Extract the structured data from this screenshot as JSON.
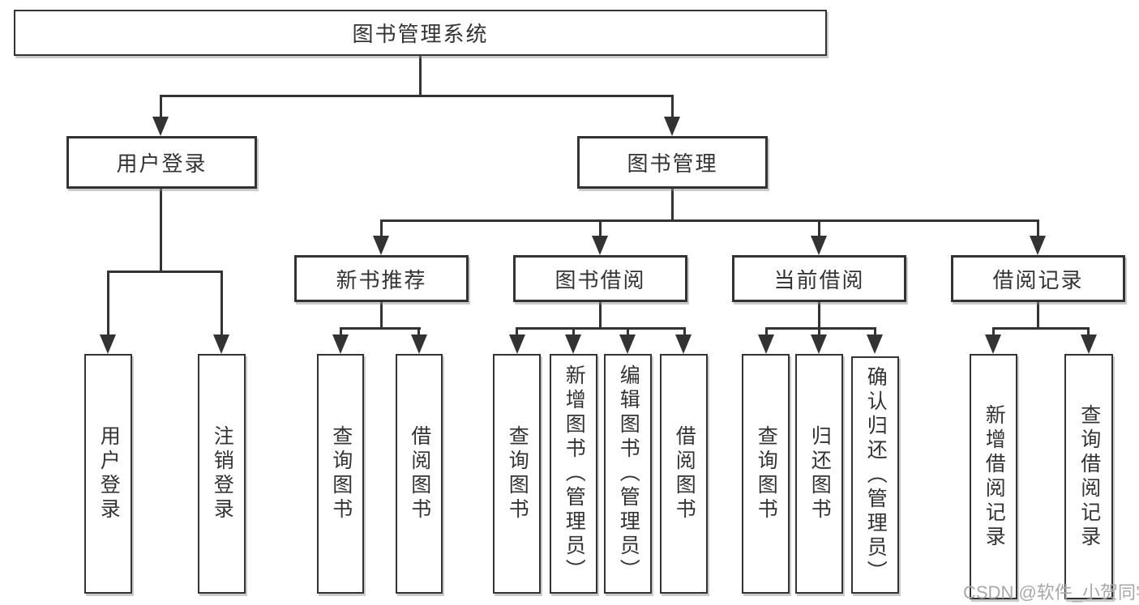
{
  "colors": {
    "line": "#333333",
    "box_border": "#333333",
    "text": "#333333",
    "background": "#ffffff",
    "watermark_text": "#a8a8a8"
  },
  "tree": {
    "root": "图书管理系统",
    "children": [
      {
        "label": "用户登录",
        "children": [
          "用户登录",
          "注销登录"
        ]
      },
      {
        "label": "图书管理",
        "children": [
          {
            "label": "新书推荐",
            "children": [
              "查询图书",
              "借阅图书"
            ]
          },
          {
            "label": "图书借阅",
            "children": [
              "查询图书",
              "新增图书（管理员）",
              "编辑图书（管理员）",
              "借阅图书"
            ]
          },
          {
            "label": "当前借阅",
            "children": [
              "查询图书",
              "归还图书",
              "确认归还（管理员）"
            ]
          },
          {
            "label": "借阅记录",
            "children": [
              "新增借阅记录",
              "查询借阅记录"
            ]
          }
        ]
      }
    ]
  },
  "watermark": "CSDN @软件_小贺同学"
}
